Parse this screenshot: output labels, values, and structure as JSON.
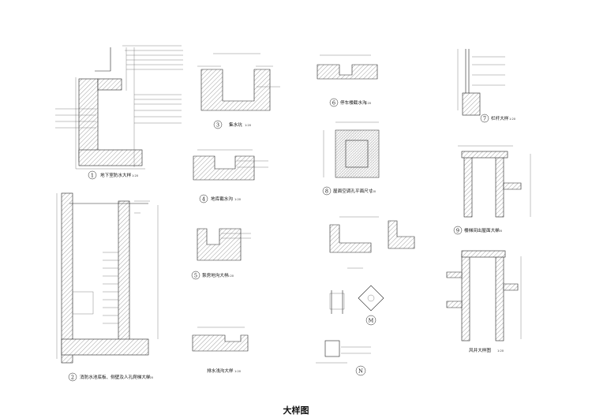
{
  "sheet_title": "大样图",
  "details": [
    {
      "num": "1",
      "title": "地下室防水大样",
      "scale": "1:20"
    },
    {
      "num": "2",
      "title": "消防水池底板、侧壁及人孔爬梯大样",
      "scale": "1:20"
    },
    {
      "num": "3",
      "title": "集水坑",
      "scale": "1:20"
    },
    {
      "num": "4",
      "title": "地库截水沟",
      "scale": "1:20"
    },
    {
      "num": "5",
      "title": "泵房地沟大样",
      "scale": "1:20"
    },
    {
      "num": "",
      "title": "排水浅沟大样",
      "scale": "1:20"
    },
    {
      "num": "6",
      "title": "停车楼截水沟",
      "scale": "1:20"
    },
    {
      "num": "8",
      "title": "屋面空调孔平面尺寸",
      "scale": "1:20"
    },
    {
      "num": "M",
      "title": "",
      "scale": ""
    },
    {
      "num": "N",
      "title": "",
      "scale": ""
    },
    {
      "num": "7",
      "title": "栏杆大样",
      "scale": "1:20"
    },
    {
      "num": "9",
      "title": "楼梯间出屋面大样",
      "scale": "1:20"
    },
    {
      "num": "",
      "title": "风井大样图",
      "scale": "1:20"
    }
  ]
}
